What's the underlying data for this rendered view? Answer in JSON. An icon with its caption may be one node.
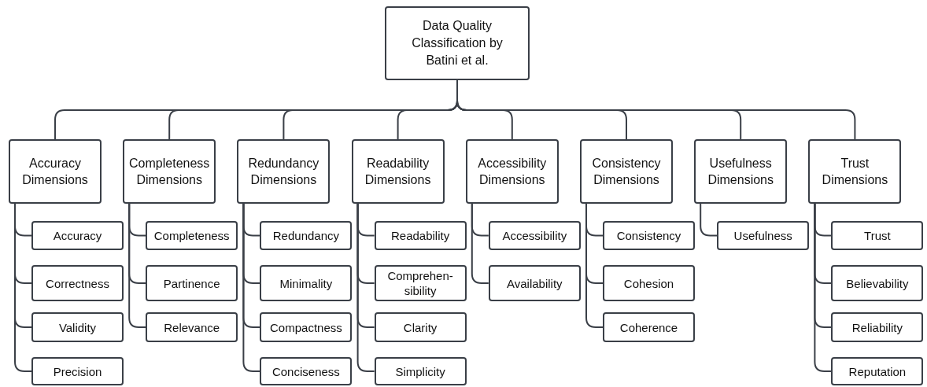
{
  "diagram": {
    "nodes": [
      {
        "text": [
          "Data Quality Classification by Batini et al."
        ]
      },
      {
        "text": [
          "Accuracy Dimensions"
        ]
      },
      {
        "text": [
          "Completeness Dimensions"
        ]
      },
      {
        "text": [
          "Redundancy Dimensions"
        ]
      },
      {
        "text": [
          "Readability Dimensions"
        ]
      },
      {
        "text": [
          "Accessibility Dimensions"
        ]
      },
      {
        "text": [
          "Consistency Dimensions"
        ]
      },
      {
        "text": [
          "Usefulness Dimensions"
        ]
      },
      {
        "text": [
          "Trust Dimensions"
        ]
      },
      {
        "text": [
          "Accuracy"
        ]
      },
      {
        "text": [
          "Correctness"
        ]
      },
      {
        "text": [
          "Validity"
        ]
      },
      {
        "text": [
          "Precision"
        ]
      },
      {
        "text": [
          "Completeness"
        ]
      },
      {
        "text": [
          "Partinence"
        ]
      },
      {
        "text": [
          "Relevance"
        ]
      },
      {
        "text": [
          "Redundancy"
        ]
      },
      {
        "text": [
          "Minimality"
        ]
      },
      {
        "text": [
          "Compactness"
        ]
      },
      {
        "text": [
          "Conciseness"
        ]
      },
      {
        "text": [
          "Readability"
        ]
      },
      {
        "text": [
          "Comprehen-sibility"
        ]
      },
      {
        "text": [
          "Clarity"
        ]
      },
      {
        "text": [
          "Simplicity"
        ]
      },
      {
        "text": [
          "Accessibility"
        ]
      },
      {
        "text": [
          "Availability"
        ]
      },
      {
        "text": [
          "Consistency"
        ]
      },
      {
        "text": [
          "Cohesion"
        ]
      },
      {
        "text": [
          "Coherence"
        ]
      },
      {
        "text": [
          "Usefulness"
        ]
      },
      {
        "text": [
          "Trust"
        ]
      },
      {
        "text": [
          "Believability"
        ]
      },
      {
        "text": [
          "Reliability"
        ]
      },
      {
        "text": [
          "Reputation"
        ]
      }
    ],
    "edges": [
      {
        "from": 0,
        "to": 1,
        "arrow": "none"
      },
      {
        "from": 0,
        "to": 2,
        "arrow": "none"
      },
      {
        "from": 0,
        "to": 3,
        "arrow": "none"
      },
      {
        "from": 0,
        "to": 4,
        "arrow": "none"
      },
      {
        "from": 0,
        "to": 5,
        "arrow": "none"
      },
      {
        "from": 0,
        "to": 6,
        "arrow": "none"
      },
      {
        "from": 0,
        "to": 7,
        "arrow": "none"
      },
      {
        "from": 0,
        "to": 8,
        "arrow": "none"
      },
      {
        "from": 1,
        "to": 9,
        "arrow": "none"
      },
      {
        "from": 1,
        "to": 10,
        "arrow": "none"
      },
      {
        "from": 1,
        "to": 11,
        "arrow": "none"
      },
      {
        "from": 1,
        "to": 12,
        "arrow": "none"
      },
      {
        "from": 2,
        "to": 13,
        "arrow": "none"
      },
      {
        "from": 2,
        "to": 14,
        "arrow": "none"
      },
      {
        "from": 2,
        "to": 15,
        "arrow": "none"
      },
      {
        "from": 3,
        "to": 16,
        "arrow": "none"
      },
      {
        "from": 3,
        "to": 17,
        "arrow": "none"
      },
      {
        "from": 3,
        "to": 18,
        "arrow": "none"
      },
      {
        "from": 3,
        "to": 19,
        "arrow": "none"
      },
      {
        "from": 4,
        "to": 20,
        "arrow": "none"
      },
      {
        "from": 4,
        "to": 21,
        "arrow": "none"
      },
      {
        "from": 4,
        "to": 22,
        "arrow": "none"
      },
      {
        "from": 4,
        "to": 23,
        "arrow": "none"
      },
      {
        "from": 5,
        "to": 24,
        "arrow": "none"
      },
      {
        "from": 5,
        "to": 25,
        "arrow": "none"
      },
      {
        "from": 6,
        "to": 26,
        "arrow": "none"
      },
      {
        "from": 6,
        "to": 27,
        "arrow": "none"
      },
      {
        "from": 6,
        "to": 28,
        "arrow": "none"
      },
      {
        "from": 7,
        "to": 29,
        "arrow": "none"
      },
      {
        "from": 8,
        "to": 30,
        "arrow": "none"
      },
      {
        "from": 8,
        "to": 31,
        "arrow": "none"
      },
      {
        "from": 8,
        "to": 32,
        "arrow": "none"
      },
      {
        "from": 8,
        "to": 33,
        "arrow": "none"
      }
    ]
  }
}
